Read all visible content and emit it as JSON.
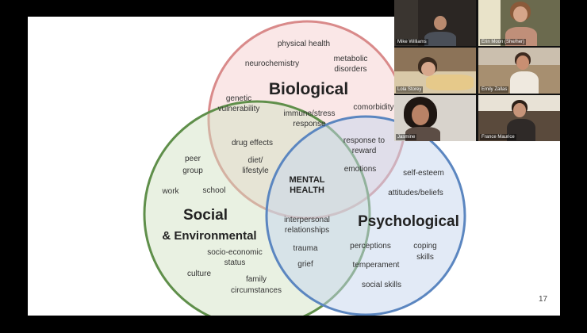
{
  "slide": {
    "page_number": "17",
    "circles": {
      "biological": {
        "title": "Biological",
        "color": "#d98a8a"
      },
      "social": {
        "title_line1": "Social",
        "title_line2": "& Environmental",
        "color": "#5f8f4a"
      },
      "psychological": {
        "title": "Psychological",
        "color": "#5b86c0"
      }
    },
    "center": {
      "line1": "MENTAL",
      "line2": "HEALTH"
    },
    "terms": {
      "physical_health": "physical health",
      "neurochemistry": "neurochemistry",
      "metabolic_1": "metabolic",
      "metabolic_2": "disorders",
      "genetic_1": "genetic",
      "genetic_2": "vulnerability",
      "immune_1": "immune/stress",
      "immune_2": "response",
      "comorbidity": "comorbidity",
      "drug_effects": "drug effects",
      "diet_1": "diet/",
      "diet_2": "lifestyle",
      "response_1": "response to",
      "response_2": "reward",
      "emotions": "emotions",
      "peer_1": "peer",
      "peer_2": "group",
      "work": "work",
      "school": "school",
      "self_esteem": "self-esteem",
      "attitudes": "attitudes/beliefs",
      "interpersonal_1": "interpersonal",
      "interpersonal_2": "relationships",
      "trauma": "trauma",
      "grief": "grief",
      "socio_1": "socio-economic",
      "socio_2": "status",
      "culture": "culture",
      "family_1": "family",
      "family_2": "circumstances",
      "perceptions": "perceptions",
      "coping_1": "coping",
      "coping_2": "skills",
      "temperament": "temperament",
      "social_skills": "social skills"
    }
  },
  "participants": [
    {
      "name": "Mike Williams"
    },
    {
      "name": "Erin Moon (She/her)"
    },
    {
      "name": "Lola Storey"
    },
    {
      "name": "Emily Zallas"
    },
    {
      "name": "Jasmine"
    },
    {
      "name": "France Maurice"
    }
  ]
}
